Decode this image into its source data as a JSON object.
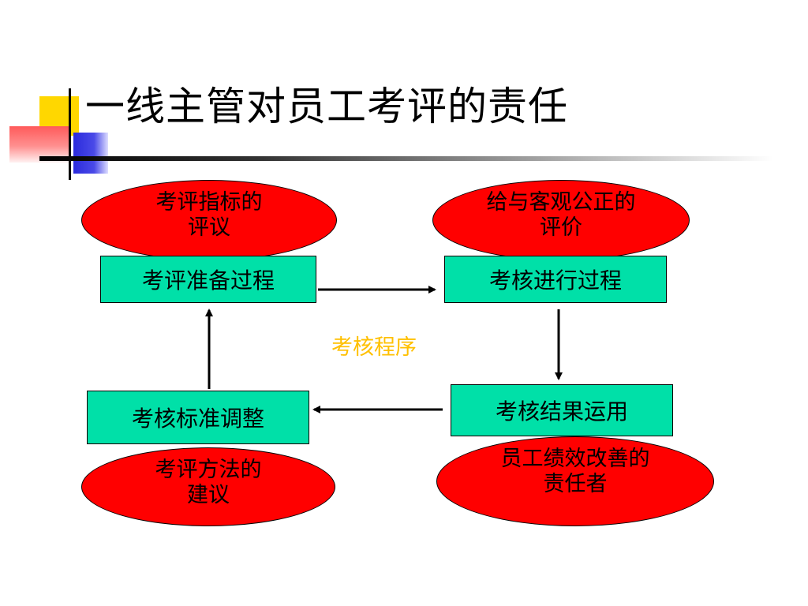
{
  "slide": {
    "title": "一线主管对员工考评的责任"
  },
  "diagram": {
    "center_label": "考核程序",
    "boxes": {
      "prep": "考评准备过程",
      "execute": "考核进行过程",
      "apply": "考核结果运用",
      "adjust": "考核标准调整"
    },
    "ellipses": {
      "indicators": "考评指标的\n评议",
      "fair": "给与客观公正的\n评价",
      "method": "考评方法的\n建议",
      "improve": "员工绩效改善的\n责任者"
    }
  },
  "colors": {
    "box_fill": "#00e0a8",
    "ellipse_fill": "#ff0000",
    "center_label": "#ffc000"
  }
}
